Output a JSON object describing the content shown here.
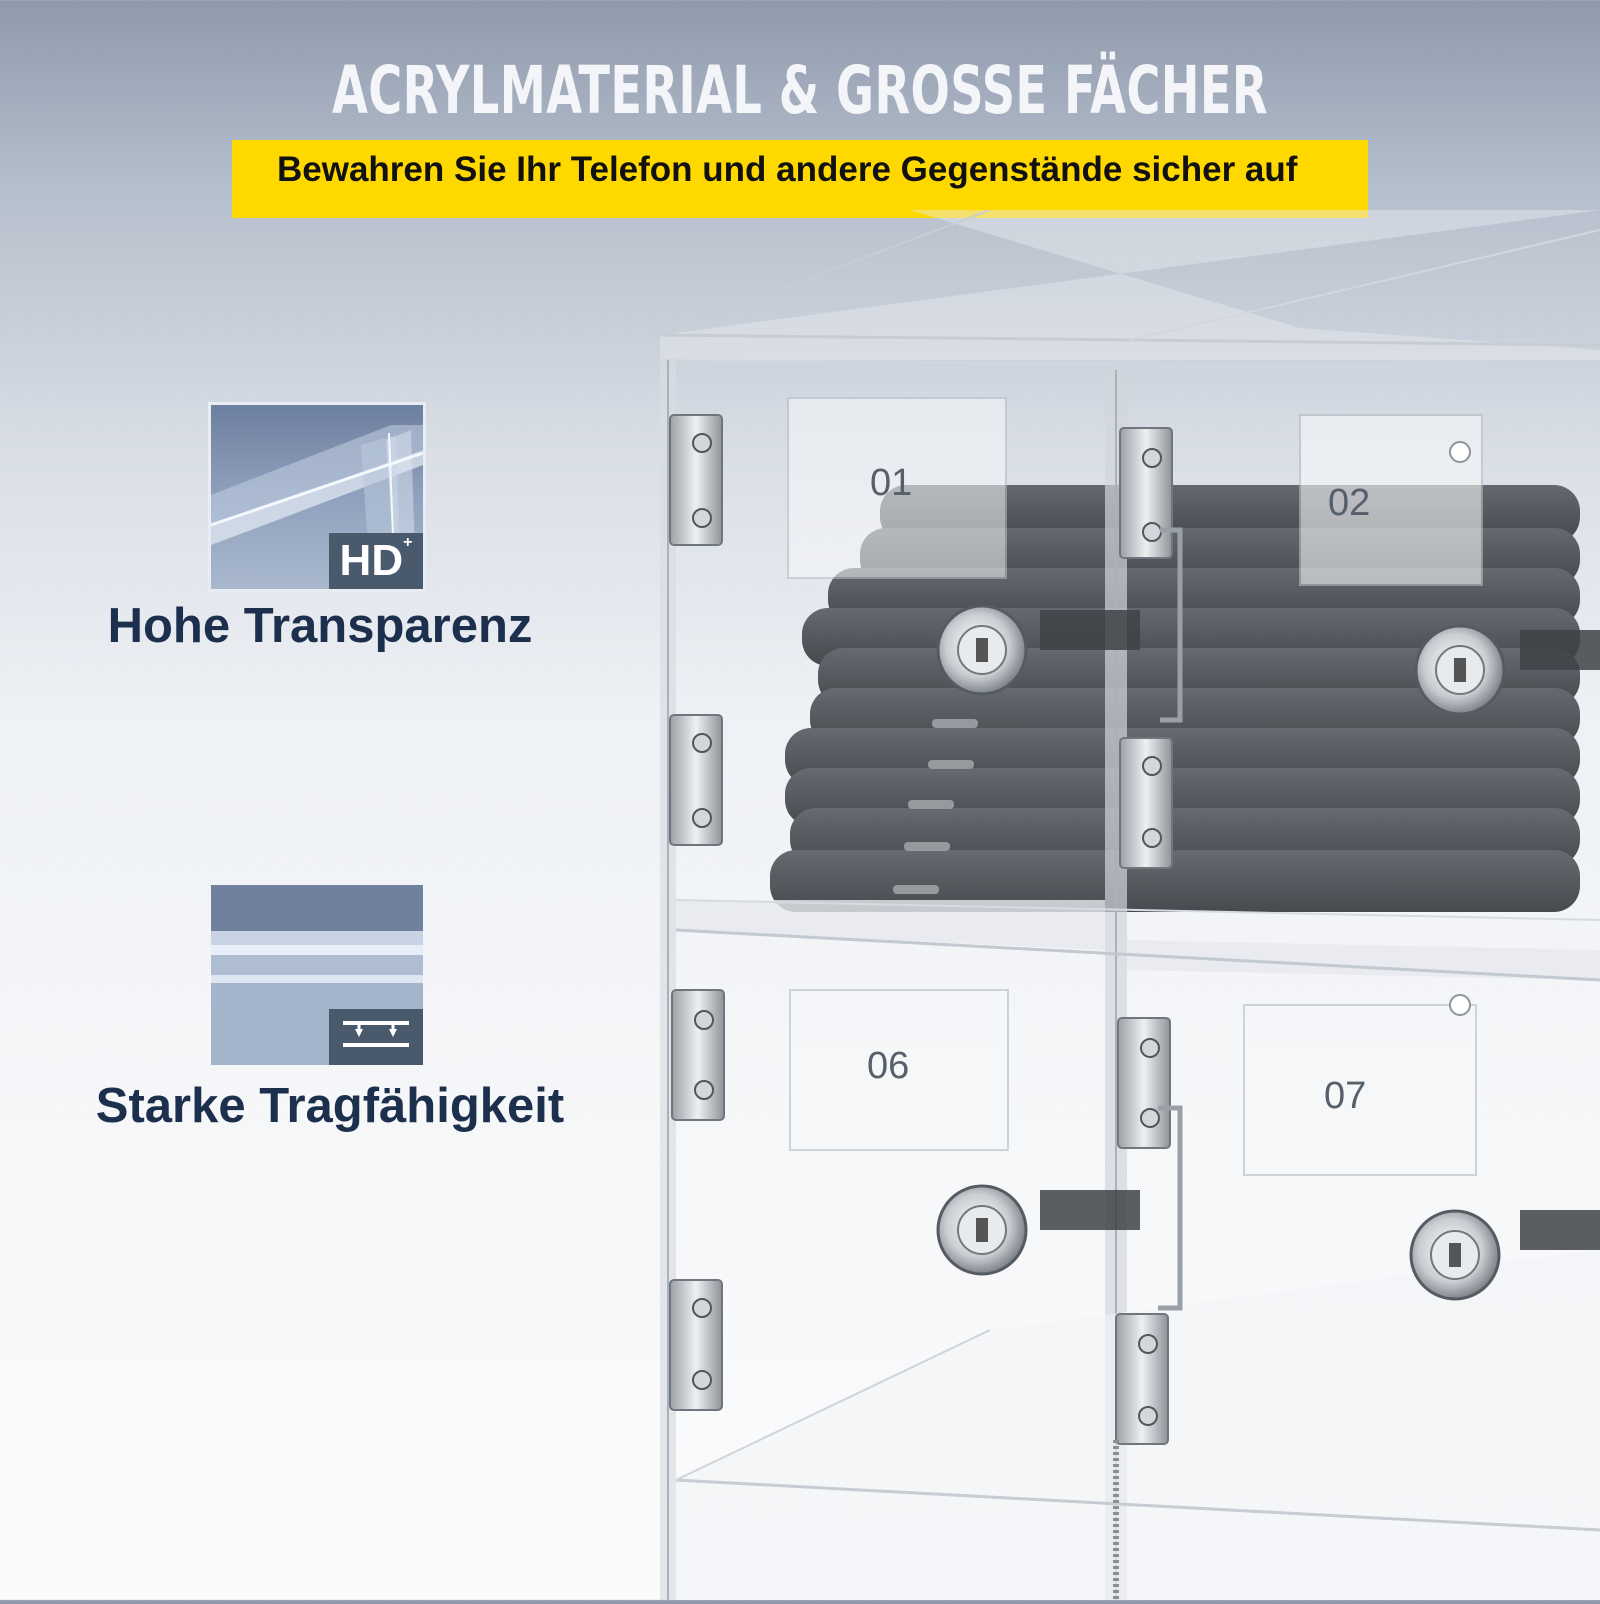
{
  "header": {
    "title": "ACRYLMATERIAL & GROSSE FÄCHER",
    "subtitle": "Bewahren Sie Ihr Telefon und andere Gegenstände sicher auf"
  },
  "features": [
    {
      "icon": "hd-transparency-icon",
      "badge": "HD",
      "badge_sup": "+",
      "label": "Hohe Transparenz"
    },
    {
      "icon": "load-capacity-icon",
      "label": "Starke Tragfähigkeit"
    }
  ],
  "compartments": [
    {
      "number": "01"
    },
    {
      "number": "02"
    },
    {
      "number": "06"
    },
    {
      "number": "07"
    }
  ],
  "colors": {
    "banner": "#ffd800",
    "label_text": "#1c2f4c",
    "headline_text": "#f3f5f8"
  }
}
